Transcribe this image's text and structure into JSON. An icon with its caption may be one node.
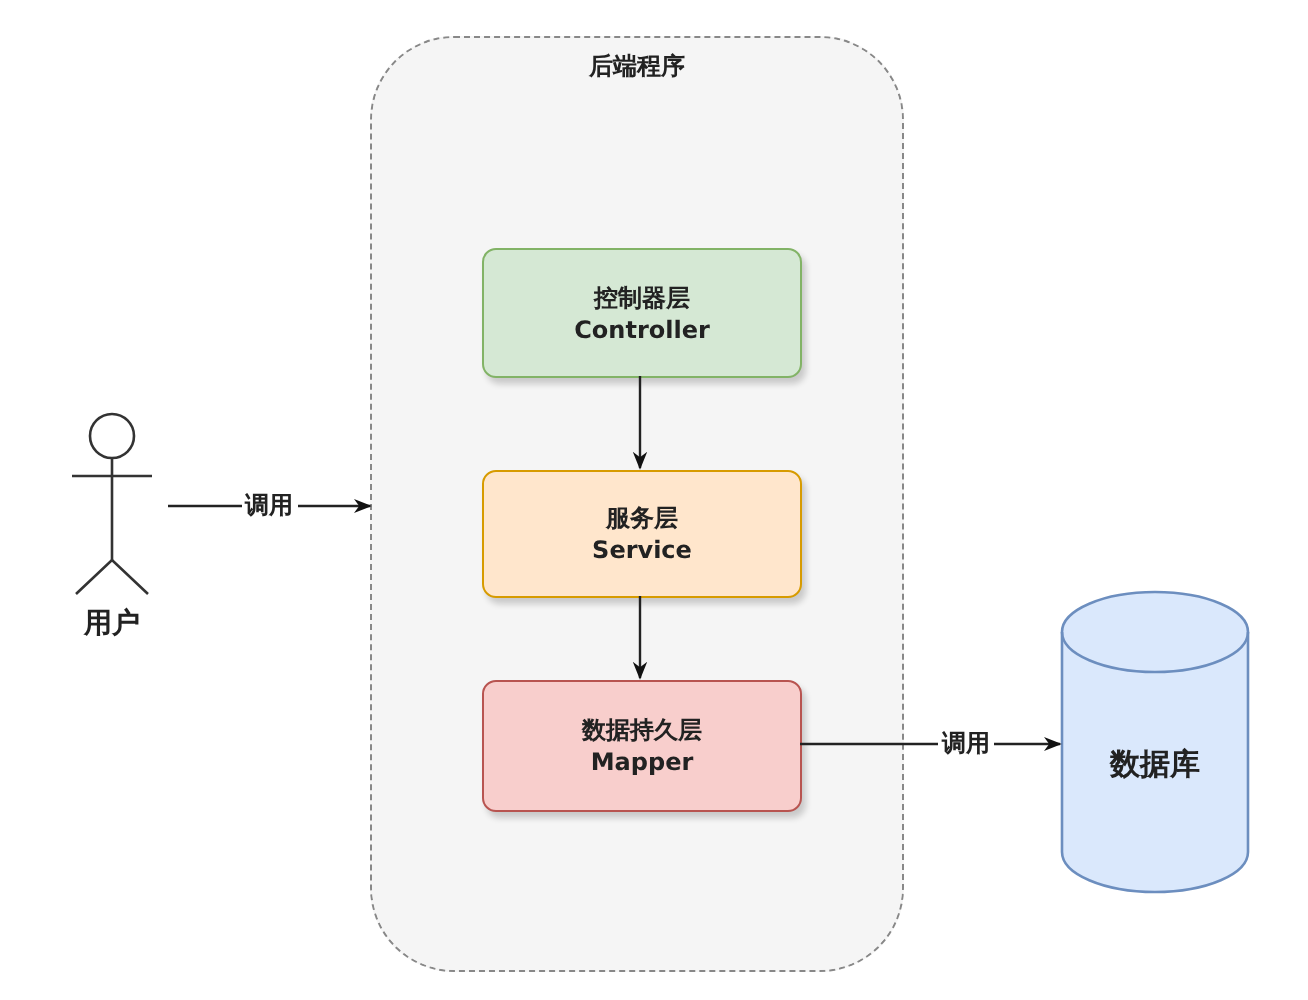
{
  "diagram": {
    "nodes": [
      {
        "text": [
          "用户"
        ]
      },
      {
        "text": [
          "后端程序"
        ]
      },
      {
        "text": [
          "控制器层",
          "Controller"
        ],
        "in": 1
      },
      {
        "text": [
          "服务层",
          "Service"
        ],
        "in": 1
      },
      {
        "text": [
          "数据持久层",
          "Mapper"
        ],
        "in": 1
      },
      {
        "text": [
          "数据库"
        ]
      }
    ],
    "edges": [
      {
        "from": 0,
        "to": 1,
        "arrow": "to",
        "label": "调用"
      },
      {
        "from": 2,
        "to": 3,
        "arrow": "to"
      },
      {
        "from": 3,
        "to": 4,
        "arrow": "to"
      },
      {
        "from": 4,
        "to": 5,
        "arrow": "to",
        "label": "调用"
      }
    ]
  }
}
